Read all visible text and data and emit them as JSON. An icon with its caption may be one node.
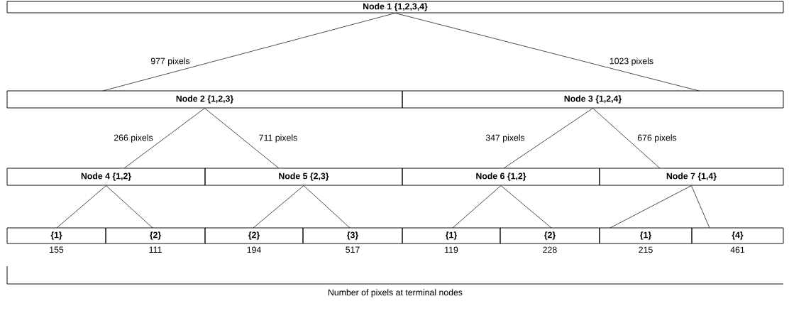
{
  "diagram": {
    "caption": "Number of pixels at terminal nodes",
    "nodes": [
      {
        "text": [
          "Node 1 {1,2,3,4}"
        ]
      },
      {
        "text": [
          "Node 2 {1,2,3}"
        ]
      },
      {
        "text": [
          "Node 3 {1,2,4}"
        ]
      },
      {
        "text": [
          "Node 4 {1,2}"
        ]
      },
      {
        "text": [
          "Node 5 {2,3}"
        ]
      },
      {
        "text": [
          "Node 6 {1,2}"
        ]
      },
      {
        "text": [
          "Node 7 {1,4}"
        ]
      },
      {
        "text": [
          "{1}"
        ],
        "beside": [
          "155"
        ]
      },
      {
        "text": [
          "{2}"
        ],
        "beside": [
          "111"
        ]
      },
      {
        "text": [
          "{2}"
        ],
        "beside": [
          "194"
        ]
      },
      {
        "text": [
          "{3}"
        ],
        "beside": [
          "517"
        ]
      },
      {
        "text": [
          "{1}"
        ],
        "beside": [
          "119"
        ]
      },
      {
        "text": [
          "{2}"
        ],
        "beside": [
          "228"
        ]
      },
      {
        "text": [
          "{1}"
        ],
        "beside": [
          "215"
        ]
      },
      {
        "text": [
          "{4}"
        ],
        "beside": [
          "461"
        ]
      }
    ],
    "edges": [
      {
        "from": 0,
        "to": 1,
        "arrow": "none",
        "label": "977 pixels"
      },
      {
        "from": 0,
        "to": 2,
        "arrow": "none",
        "label": "1023 pixels"
      },
      {
        "from": 1,
        "to": 3,
        "arrow": "none",
        "label": "266 pixels"
      },
      {
        "from": 1,
        "to": 4,
        "arrow": "none",
        "label": "711 pixels"
      },
      {
        "from": 2,
        "to": 5,
        "arrow": "none",
        "label": "347 pixels"
      },
      {
        "from": 2,
        "to": 6,
        "arrow": "none",
        "label": "676 pixels"
      },
      {
        "from": 3,
        "to": 7,
        "arrow": "none"
      },
      {
        "from": 3,
        "to": 8,
        "arrow": "none"
      },
      {
        "from": 4,
        "to": 9,
        "arrow": "none"
      },
      {
        "from": 4,
        "to": 10,
        "arrow": "none"
      },
      {
        "from": 5,
        "to": 11,
        "arrow": "none"
      },
      {
        "from": 5,
        "to": 12,
        "arrow": "none"
      },
      {
        "from": 6,
        "to": 13,
        "arrow": "none"
      },
      {
        "from": 6,
        "to": 14,
        "arrow": "none"
      }
    ]
  }
}
